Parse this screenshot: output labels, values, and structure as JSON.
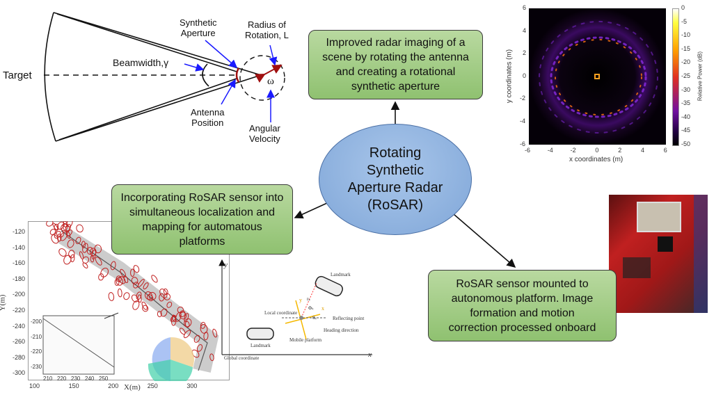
{
  "geometry_diagram": {
    "target": "Target",
    "beamwidth": "Beamwidth,γ",
    "synthetic_aperture": [
      "Synthetic",
      "Aperture"
    ],
    "radius": [
      "Radius of",
      "Rotation, L"
    ],
    "antenna_position": [
      "Antenna",
      "Position"
    ],
    "angular_velocity": [
      "Angular",
      "Velocity"
    ],
    "omega": "ω"
  },
  "center": {
    "lines": [
      "Rotating",
      "Synthetic",
      "Aperture Radar",
      "(RoSAR)"
    ]
  },
  "boxes": {
    "imaging": [
      "Improved radar imaging of a",
      "scene by rotating the antenna",
      "and creating a rotational",
      "synthetic aperture"
    ],
    "slam": [
      "Incorporating RoSAR sensor into",
      "simultaneous localization and",
      "mapping for automatous",
      "platforms"
    ],
    "platform": [
      "RoSAR sensor mounted to",
      "autonomous platform. Image",
      "formation and motion",
      "correction processed onboard"
    ]
  },
  "radar_image": {
    "xlabel": "x coordinates (m)",
    "ylabel": "y coordinates (m)",
    "colorbar_label": "Relative Power (dB)",
    "x_ticks": [
      "-6",
      "-4",
      "-2",
      "0",
      "2",
      "4",
      "6"
    ],
    "y_ticks": [
      "6",
      "4",
      "2",
      "0",
      "-2",
      "-4",
      "-6"
    ],
    "colorbar_ticks": [
      "0",
      "-5",
      "-10",
      "-15",
      "-20",
      "-25",
      "-30",
      "-35",
      "-40",
      "-45",
      "-50"
    ]
  },
  "slam_map": {
    "xlabel": "X(m)",
    "ylabel": "Y(m)",
    "x_ticks": [
      "100",
      "150",
      "200",
      "250",
      "300"
    ],
    "y_ticks": [
      "-120",
      "-140",
      "-160",
      "-180",
      "-200",
      "-220",
      "-240",
      "-260",
      "-280",
      "-300"
    ],
    "inset_x_ticks": [
      "210",
      "220",
      "230",
      "240",
      "250"
    ],
    "inset_y_ticks": [
      "-200",
      "-210",
      "-220",
      "-230"
    ]
  },
  "coord_diagram": {
    "y_axis": "y",
    "x_axis": "x",
    "global": "Global coordinate",
    "local": "Local coordinate",
    "landmark_top": "Landmark",
    "landmark_bottom": "Landmark",
    "reflecting": "Reflecting point",
    "heading": "Heading direction",
    "mobile": "Mobile platform",
    "r_k": "rₖ",
    "phi_k": "Φₖ",
    "theta_k": "θₖ",
    "local_x": "x",
    "local_y": "y"
  },
  "colors": {
    "box_green": "#9fcb80",
    "ellipse_blue": "#92b4e0",
    "arrow_blue": "#1a1aff",
    "arrow_red": "#a01010"
  }
}
